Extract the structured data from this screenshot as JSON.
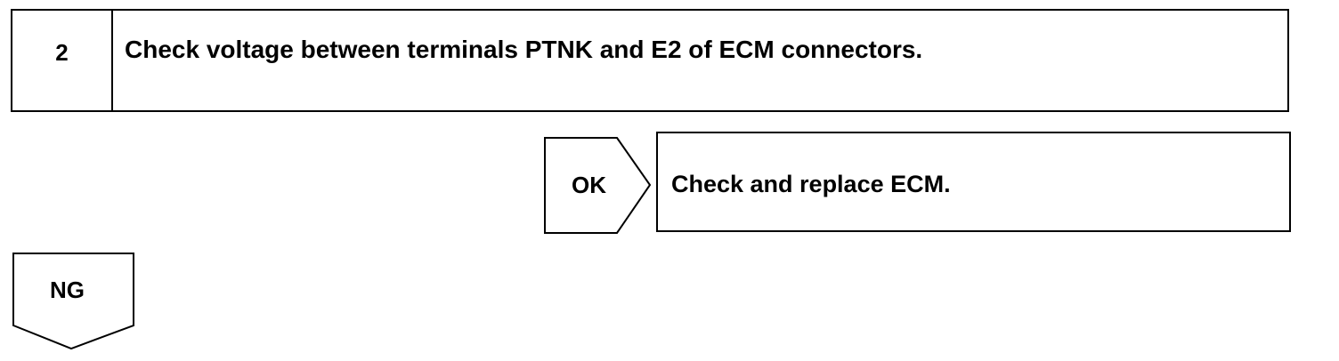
{
  "step": {
    "number": "2",
    "instruction": "Check voltage between terminals PTNK and E2 of ECM connectors."
  },
  "ok_branch": {
    "label": "OK",
    "action": "Check and replace ECM."
  },
  "ng_branch": {
    "label": "NG"
  }
}
